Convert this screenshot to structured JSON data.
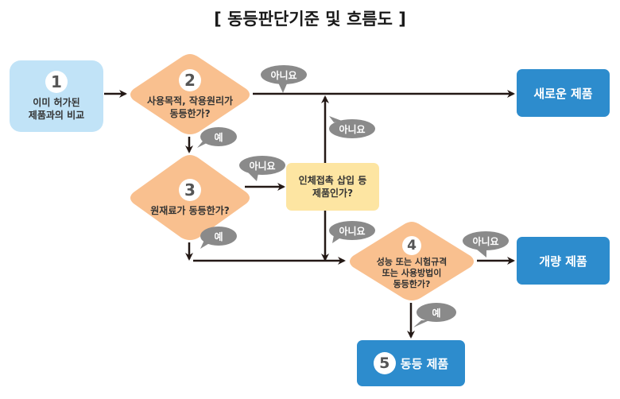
{
  "title": "[ 동등판단기준 및 흐름도 ]",
  "colors": {
    "start_fill": "#c1e3f7",
    "diamond_fill": "#f9c08f",
    "yellow_fill": "#fde5a2",
    "result_fill": "#2d8ccd",
    "bubble_fill": "#8a8a8a",
    "line": "#231815"
  },
  "nodes": {
    "step1": {
      "num": "1",
      "line1": "이미 허가된",
      "line2": "제품과의 비교"
    },
    "step2": {
      "num": "2",
      "line1": "사용목적, 작용원리가",
      "line2": "동등한가?"
    },
    "step3": {
      "num": "3",
      "line1": "원재료가 동등한가?"
    },
    "body_contact": {
      "line1": "인체접촉 삽입 등",
      "line2": "제품인가?"
    },
    "step4": {
      "num": "4",
      "line1": "성능 또는 시험규격",
      "line2": "또는 사용방법이",
      "line3": "동등한가?"
    },
    "new_product": {
      "label": "새로운 제품"
    },
    "modified_product": {
      "label": "개량 제품"
    },
    "equivalent_product": {
      "num": "5",
      "label": "동등 제품"
    }
  },
  "labels": {
    "no": "아니요",
    "yes": "예"
  }
}
